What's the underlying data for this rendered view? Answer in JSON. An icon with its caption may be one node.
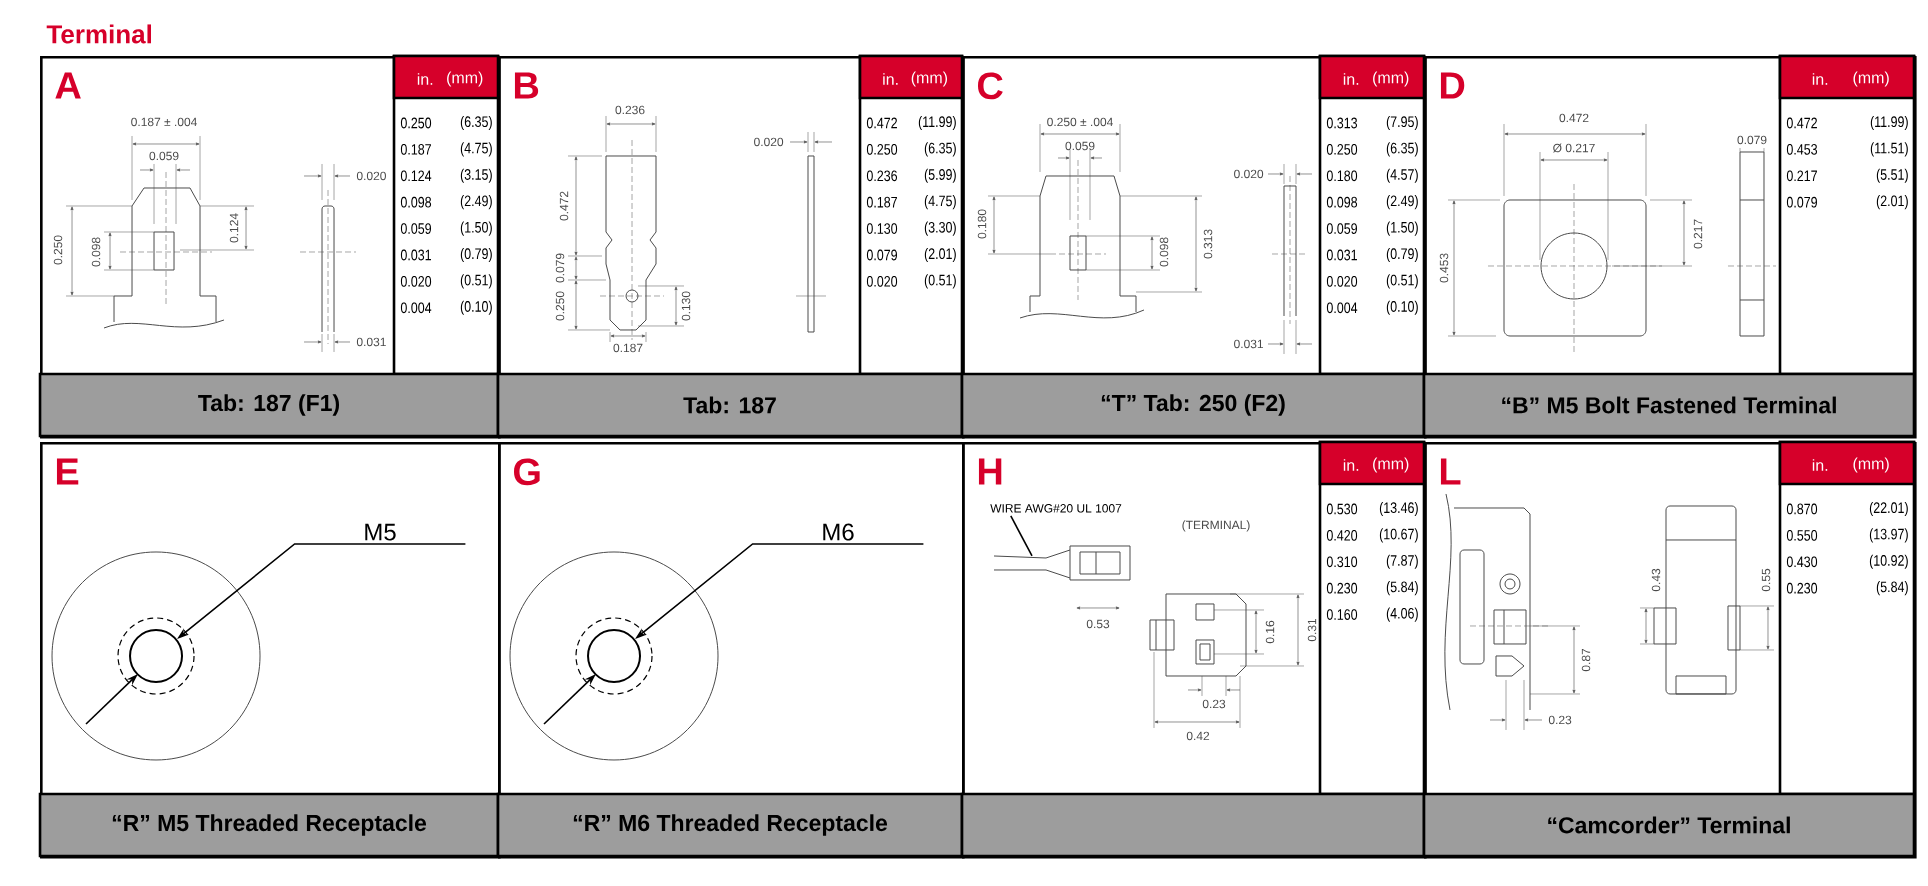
{
  "diagram": {
    "title": "Terminal",
    "nodes": [
      {
        "text": [
          "A",
          "Tab: 187 (F1)"
        ]
      },
      {
        "text": [
          "B",
          "Tab: 187"
        ]
      },
      {
        "text": [
          "C",
          "“T” Tab: 250 (F2)"
        ]
      },
      {
        "text": [
          "D",
          "“B” M5 Bolt Fastened Terminal"
        ]
      },
      {
        "text": [
          "E",
          "“R” M5 Threaded Receptacle"
        ]
      },
      {
        "text": [
          "G",
          "“R” M6 Threaded Receptacle"
        ]
      },
      {
        "text": [
          "H"
        ]
      },
      {
        "text": [
          "L",
          "“Camcorder” Terminal"
        ]
      },
      {
        "text": [
          "M5"
        ],
        "in": 4
      },
      {
        "text": [
          "M6"
        ],
        "in": 5
      },
      {
        "text": [
          "WIRE AWG#20 UL 1007"
        ],
        "in": 6
      },
      {
        "text": [],
        "shape": "circle",
        "in": 4
      },
      {
        "text": [],
        "shape": "circle",
        "in": 5
      }
    ],
    "edges": [
      {
        "from": 8,
        "to": 11,
        "arrow": "to"
      },
      {
        "from": 9,
        "to": 12,
        "arrow": "to"
      },
      {
        "from": 10,
        "to": null,
        "arrow": "none"
      }
    ],
    "labels": [
      "0.187 ± .004",
      "0.059",
      "0.020",
      "0.250",
      "0.098",
      "0.124",
      "0.031",
      "in.",
      "(mm)",
      "0.250",
      "(6.35)",
      "0.187",
      "(4.75)",
      "0.124",
      "(3.15)",
      "0.098",
      "(2.49)",
      "0.059",
      "(1.50)",
      "0.031",
      "(0.79)",
      "0.020",
      "(0.51)",
      "0.004",
      "(0.10)",
      "0.236",
      "0.020",
      "0.472",
      "0.079",
      "0.250",
      "0.130",
      "0.187",
      "in.",
      "(mm)",
      "0.472",
      "(11.99)",
      "0.250",
      "(6.35)",
      "0.236",
      "(5.99)",
      "0.187",
      "(4.75)",
      "0.130",
      "(3.30)",
      "0.079",
      "(2.01)",
      "0.020",
      "(0.51)",
      "0.250 ± .004",
      "0.059",
      "0.020",
      "0.180",
      "0.098",
      "0.313",
      "0.031",
      "in.",
      "(mm)",
      "0.313",
      "(7.95)",
      "0.250",
      "(6.35)",
      "0.180",
      "(4.57)",
      "0.098",
      "(2.49)",
      "0.059",
      "(1.50)",
      "0.031",
      "(0.79)",
      "0.020",
      "(0.51)",
      "0.004",
      "(0.10)",
      "0.472",
      "Ø 0.217",
      "0.079",
      "0.217",
      "0.453",
      "in.",
      "(mm)",
      "0.472",
      "(11.99)",
      "0.453",
      "(11.51)",
      "0.217",
      "(5.51)",
      "0.079",
      "(2.01)",
      "(TERMINAL)",
      "0.53",
      "0.16",
      "0.31",
      "0.23",
      "0.42",
      "in.",
      "(mm)",
      "0.530",
      "(13.46)",
      "0.420",
      "(10.67)",
      "0.310",
      "(7.87)",
      "0.230",
      "(5.84)",
      "0.160",
      "(4.06)",
      "0.43",
      "0.55",
      "0.87",
      "0.23",
      "in.",
      "(mm)",
      "0.870",
      "(22.01)",
      "0.550",
      "(13.97)",
      "0.430",
      "(10.92)",
      "0.230",
      "(5.84)"
    ]
  }
}
